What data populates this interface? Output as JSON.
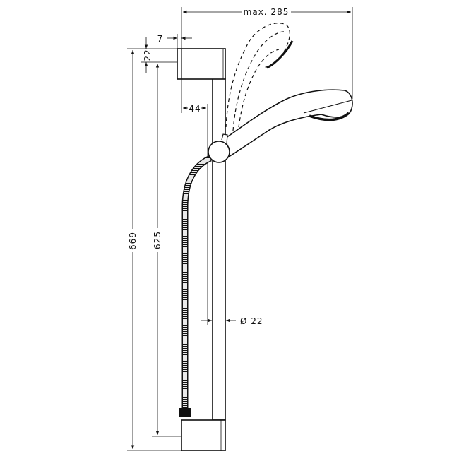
{
  "dimensions": {
    "max_reach": "max. 285",
    "bracket_offset": "7",
    "bracket_height": "22",
    "total_height": "669",
    "center_distance": "625",
    "wall_distance": "44",
    "rail_diameter": "Ø 22"
  },
  "colors": {
    "line": "#111111",
    "background": "#ffffff"
  }
}
